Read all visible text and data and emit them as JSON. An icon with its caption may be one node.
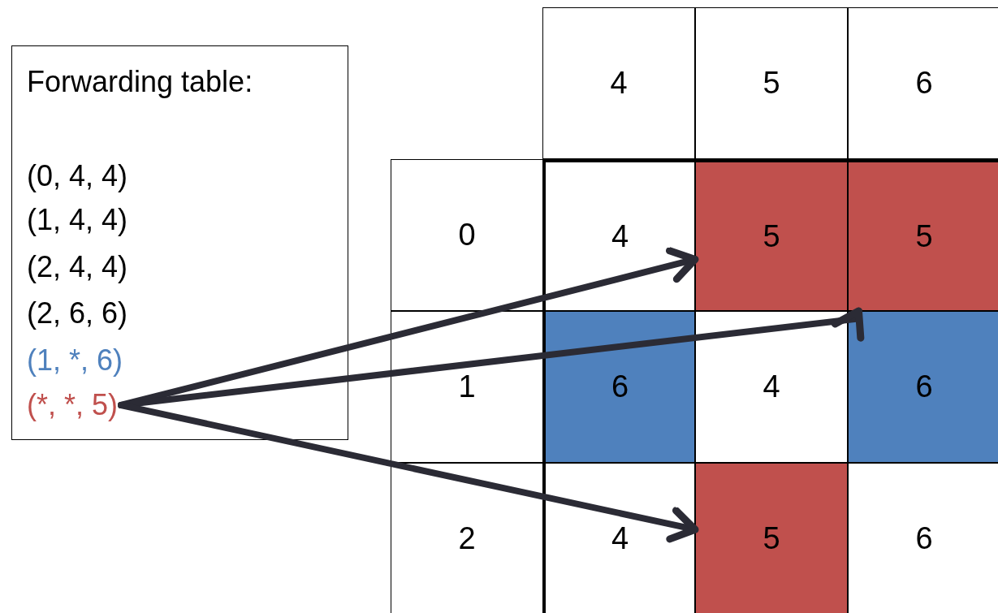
{
  "diagram": {
    "nodes": [
      {
        "text": [
          "Forwarding table:"
        ]
      },
      {
        "text": [
          "(0, 4, 4)"
        ],
        "in": 0
      },
      {
        "text": [
          "(1, 4, 4)"
        ],
        "in": 0
      },
      {
        "text": [
          "(2, 4, 4)"
        ],
        "in": 0
      },
      {
        "text": [
          "(2, 6, 6)"
        ],
        "in": 0
      },
      {
        "text": [
          "(1, *, 6)"
        ],
        "in": 0
      },
      {
        "text": [
          "(*, *, 5)"
        ],
        "in": 0
      },
      {
        "text": [
          "5"
        ]
      },
      {
        "text": [
          "5"
        ]
      },
      {
        "text": [
          "5"
        ]
      }
    ],
    "edges": [
      {
        "from": 6,
        "to": 7,
        "arrow": "to"
      },
      {
        "from": 6,
        "to": 8,
        "arrow": "to"
      },
      {
        "from": 6,
        "to": 9,
        "arrow": "to"
      }
    ],
    "labels": [
      "4",
      "5",
      "6",
      "0",
      "4",
      "1",
      "6",
      "4",
      "6",
      "2",
      "4",
      "6"
    ]
  }
}
